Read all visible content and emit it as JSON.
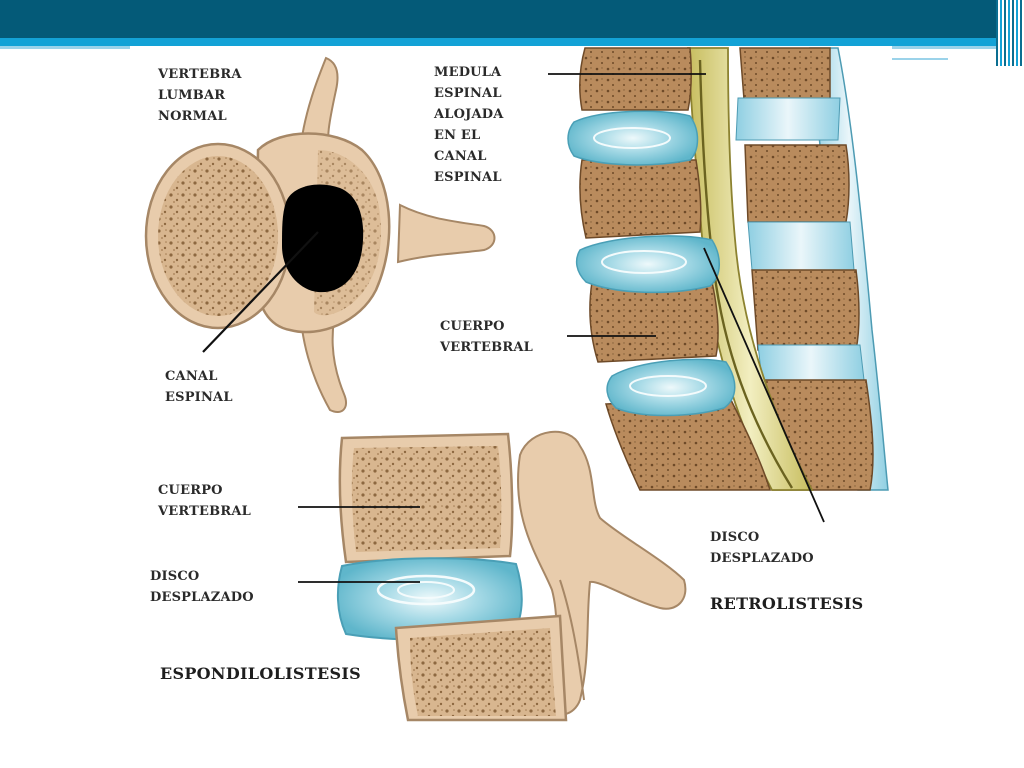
{
  "colors": {
    "header_bar": "#045a78",
    "accent_bar": "#13a2d6",
    "bone": "#e8ccac",
    "bone_outline": "#a68766",
    "cancellous": "#d4b28b",
    "vertebral_body": "#b98b5d",
    "disc": "#9ed3e0",
    "disc_ring": "#e8f6f8",
    "spinal_cord": "#e7e0a4",
    "spinal_canal": "#000000",
    "ligament": "#cfe9f1"
  },
  "labels": {
    "normal_vertebra": "VERTEBRA\nLUMBAR\nNORMAL",
    "spinal_canal": "CANAL\nESPINAL",
    "spinal_cord": "MEDULA\nESPINAL\nALOJADA\nEN EL\nCANAL\nESPINAL",
    "vertebral_body_top": "CUERPO\nVERTEBRAL",
    "displaced_disc_right": "DISCO\nDESPLAZADO",
    "vertebral_body_bottom": "CUERPO\nVERTEBRAL",
    "displaced_disc_left": "DISCO\nDESPLAZADO"
  },
  "titles": {
    "retrolisthesis": "RETROLISTESIS",
    "spondylolisthesis": "ESPONDILOLISTESIS"
  }
}
